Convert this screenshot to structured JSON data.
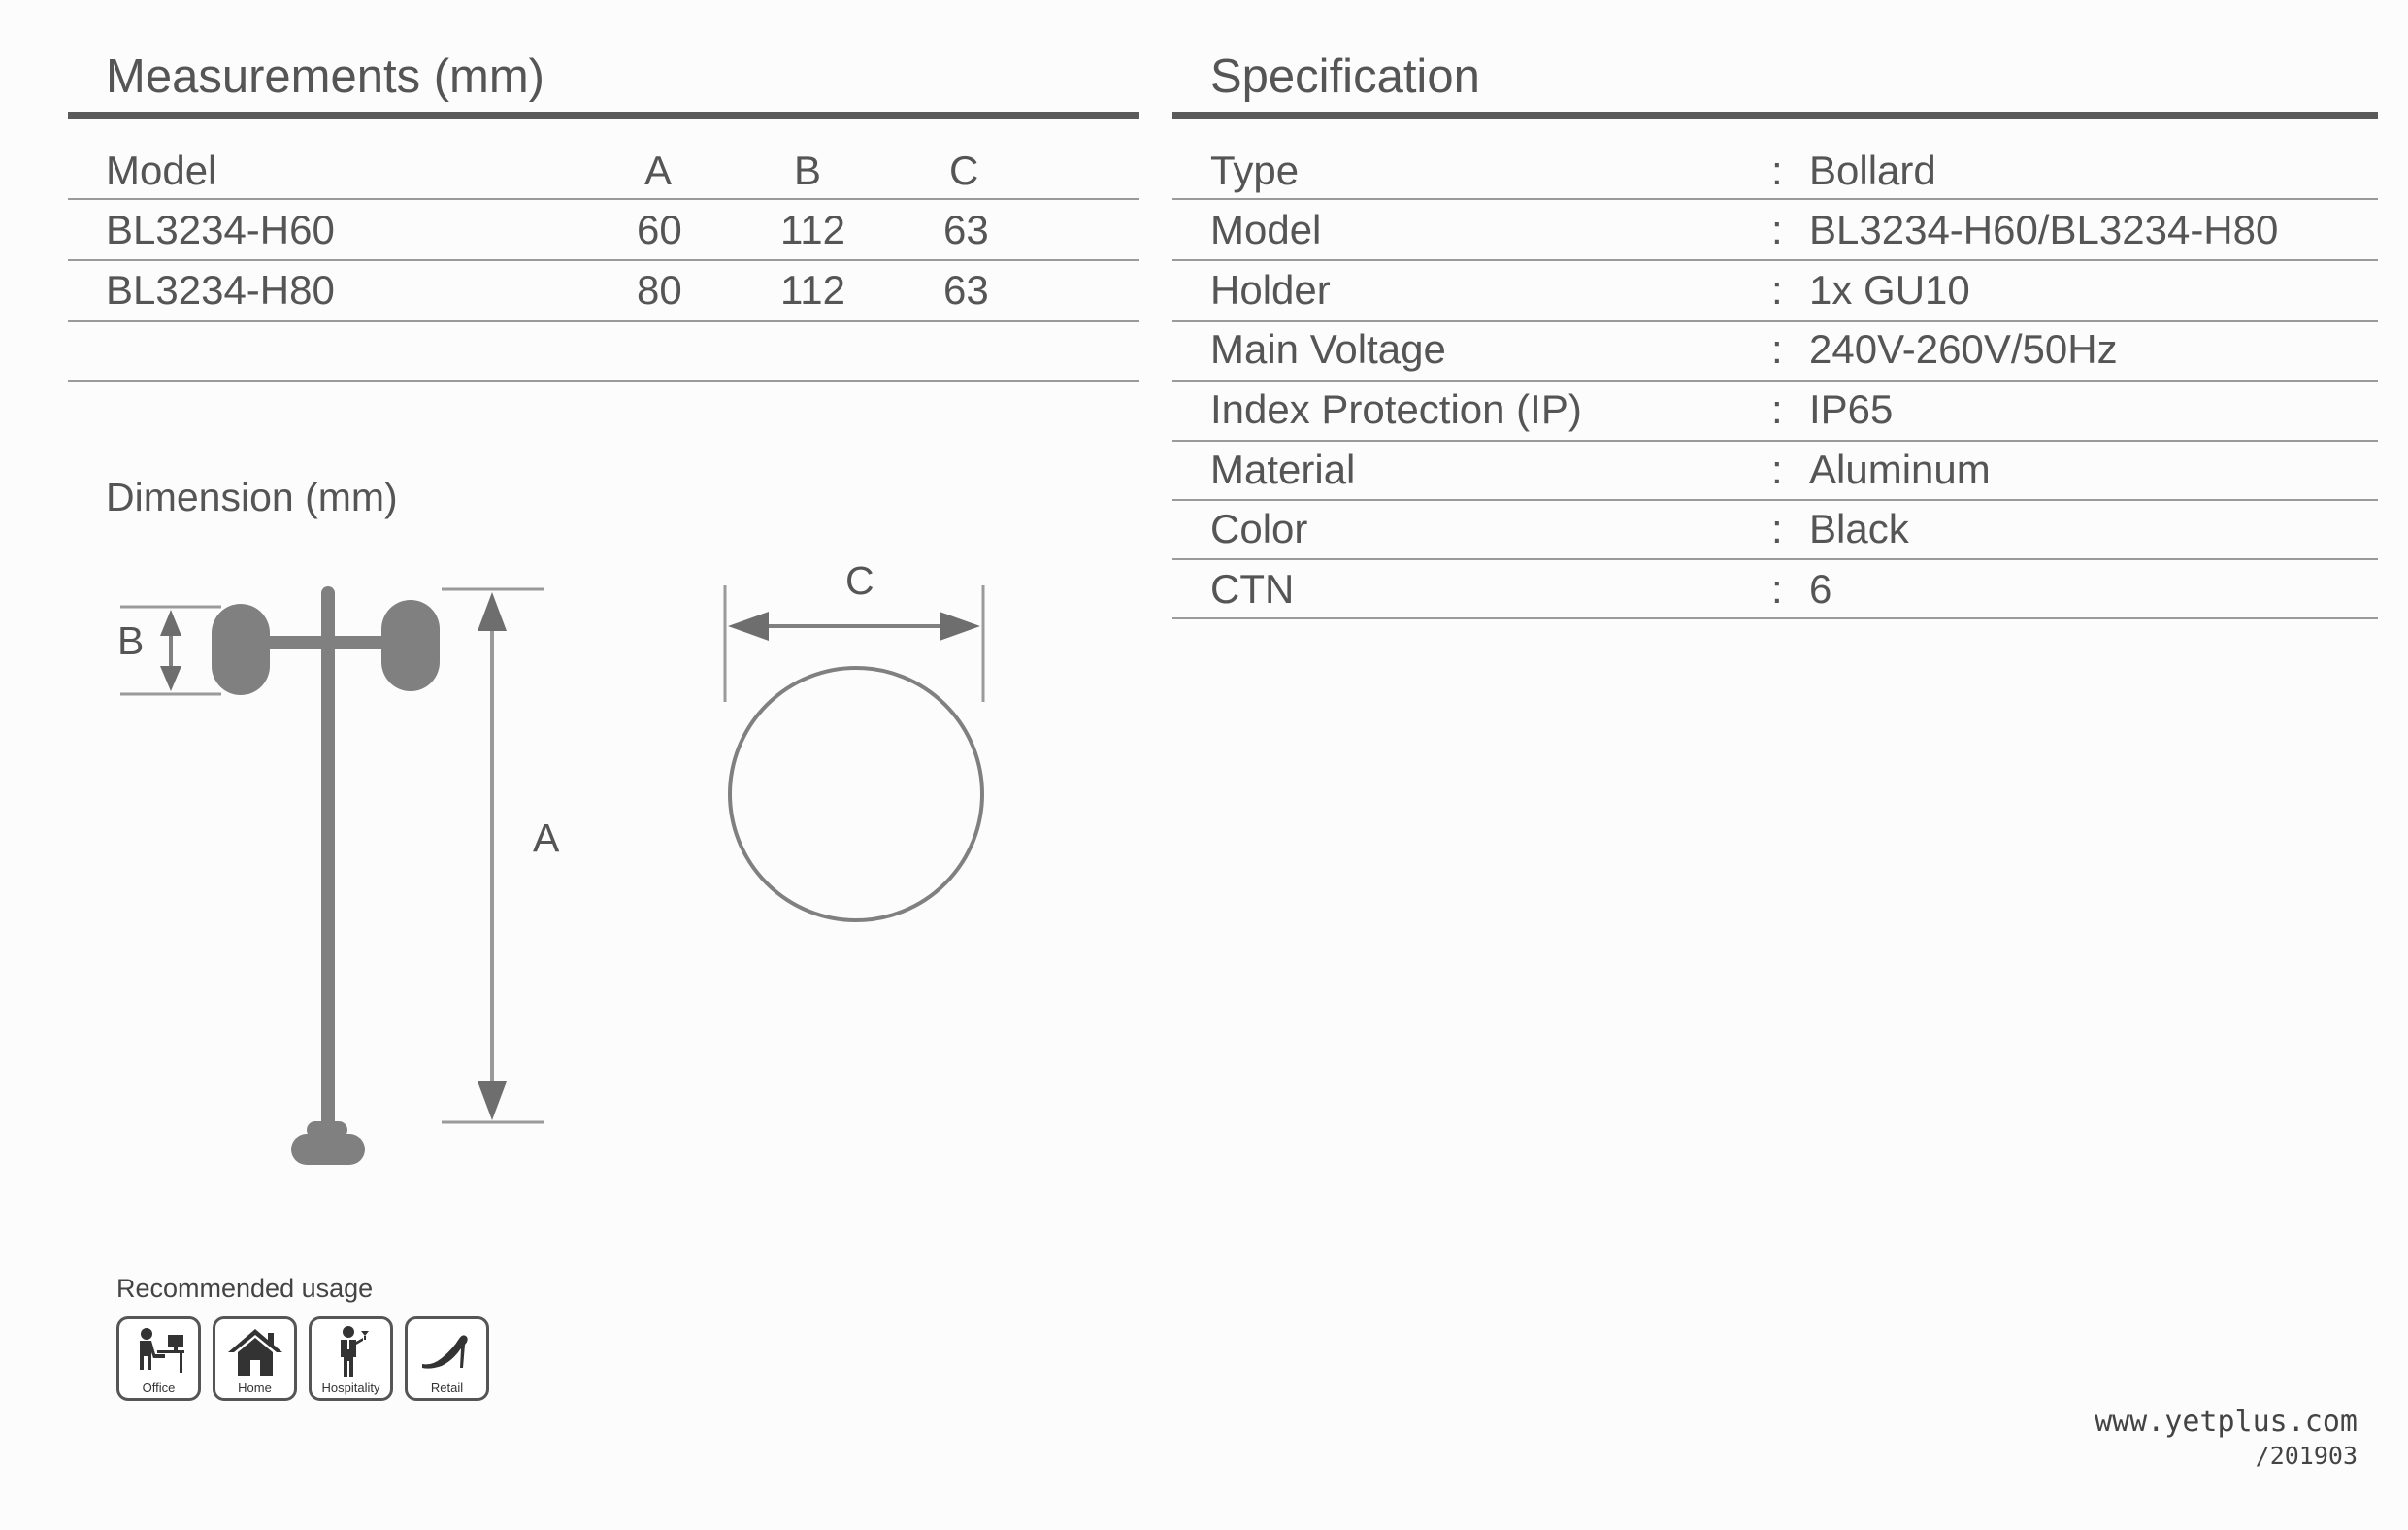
{
  "measurements": {
    "title": "Measurements (mm)",
    "headers": [
      "Model",
      "A",
      "B",
      "C"
    ],
    "rows": [
      {
        "model": "BL3234-H60",
        "a": "60",
        "b": "112",
        "c": "63"
      },
      {
        "model": "BL3234-H80",
        "a": "80",
        "b": "112",
        "c": "63"
      }
    ]
  },
  "specification": {
    "title": "Specification",
    "rows": [
      {
        "label": "Type",
        "value": "Bollard"
      },
      {
        "label": "Model",
        "value": "BL3234-H60/BL3234-H80"
      },
      {
        "label": "Holder",
        "value": "1x GU10"
      },
      {
        "label": "Main Voltage",
        "value": "240V-260V/50Hz"
      },
      {
        "label": "Index Protection (IP)",
        "value": "IP65"
      },
      {
        "label": "Material",
        "value": "Aluminum"
      },
      {
        "label": "Color",
        "value": "Black"
      },
      {
        "label": "CTN",
        "value": "6"
      }
    ],
    "separator": ":"
  },
  "dimension": {
    "title": "Dimension (mm)",
    "label_a": "A",
    "label_b": "B",
    "label_c": "C"
  },
  "usage": {
    "title": "Recommended usage",
    "items": [
      {
        "label": "Office",
        "icon": "office-icon"
      },
      {
        "label": "Home",
        "icon": "home-icon"
      },
      {
        "label": "Hospitality",
        "icon": "hospitality-icon"
      },
      {
        "label": "Retail",
        "icon": "retail-icon"
      }
    ]
  },
  "footer": {
    "url": "www.yetplus.com",
    "code": "/201903"
  },
  "colors": {
    "text": "#555555",
    "rule": "#9a9a9a",
    "thick_rule": "#5a5a5a",
    "drawing": "#808080"
  }
}
